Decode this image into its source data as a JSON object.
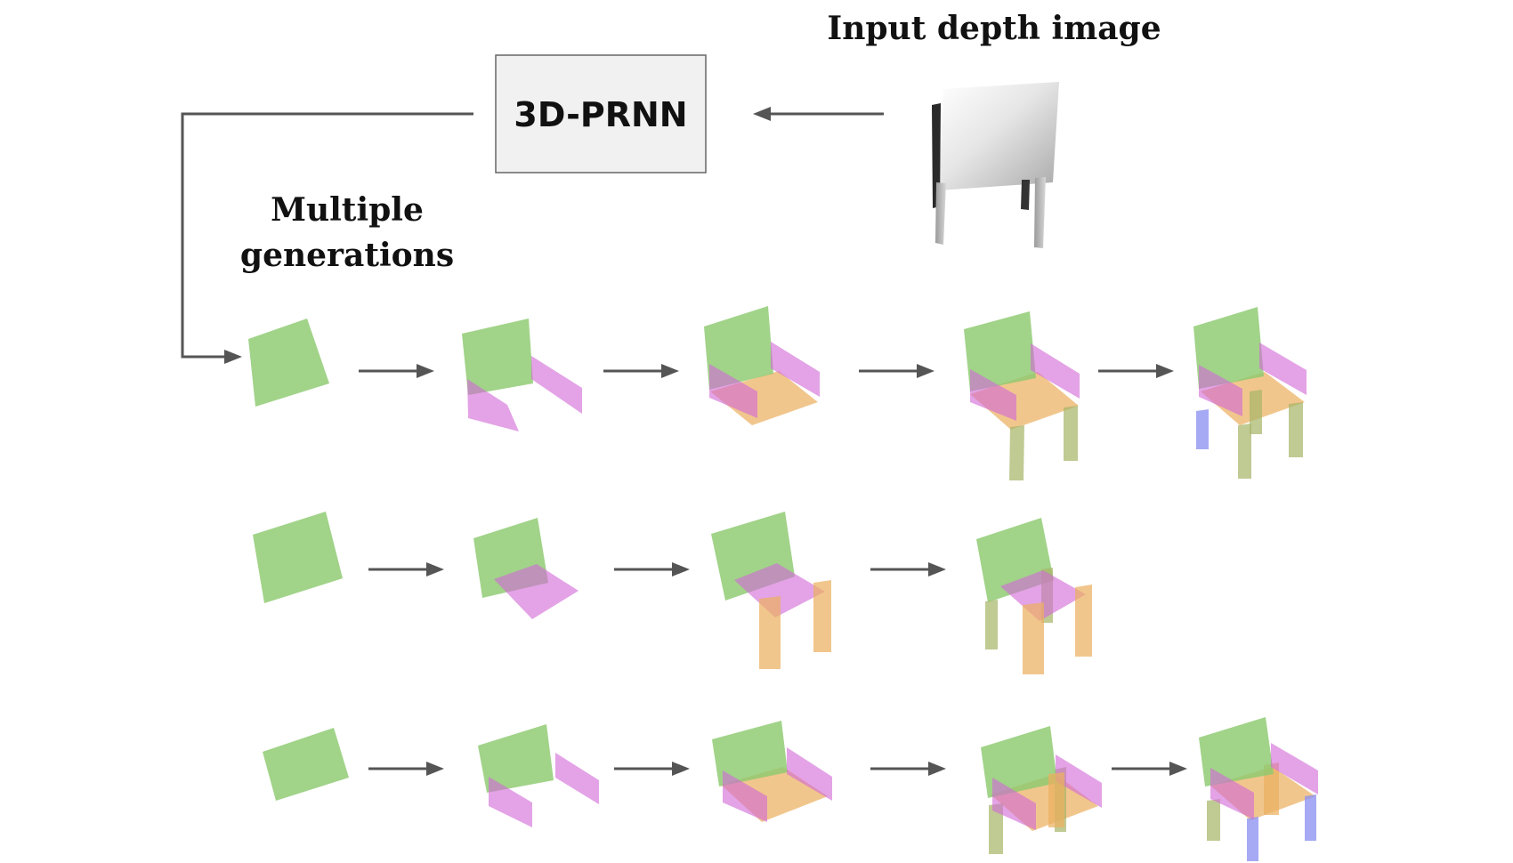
{
  "labels": {
    "input_title": "Input depth image",
    "model_name": "3D-PRNN",
    "multiple_line1": "Multiple",
    "multiple_line2": "generations"
  },
  "colors": {
    "back_and_seat_first": "#8cc96f",
    "arm_or_seat": "#d26ad6",
    "seat_or_leg": "#ebb061",
    "leg_olive": "#a8b56a",
    "leg_blue": "#8d91f0",
    "arrow": "#555555"
  },
  "generation_rows": [
    {
      "steps": 5
    },
    {
      "steps": 4
    },
    {
      "steps": 5
    }
  ]
}
